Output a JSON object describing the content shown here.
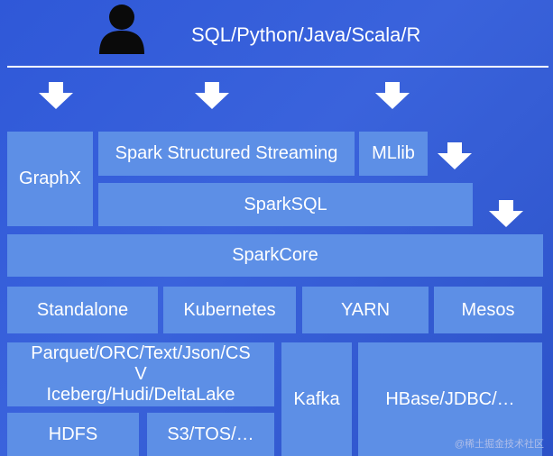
{
  "header": {
    "languages": "SQL/Python/Java/Scala/R",
    "user_icon": "user-icon"
  },
  "layers": {
    "graphx": "GraphX",
    "structured_streaming": "Spark Structured Streaming",
    "mllib": "MLlib",
    "sparksql": "SparkSQL",
    "sparkcore": "SparkCore",
    "standalone": "Standalone",
    "kubernetes": "Kubernetes",
    "yarn": "YARN",
    "mesos": "Mesos",
    "formats_line1": "Parquet/ORC/Text/Json/CS",
    "formats_line2": "V",
    "formats_line3": "Iceberg/Hudi/DeltaLake",
    "kafka": "Kafka",
    "hbase": "HBase/JDBC/…",
    "hdfs": "HDFS",
    "s3": "S3/TOS/…"
  },
  "watermark": "@稀土掘金技术社区",
  "colors": {
    "background": "#2f58d8",
    "box": "#5d8fe6",
    "text": "#ffffff"
  }
}
